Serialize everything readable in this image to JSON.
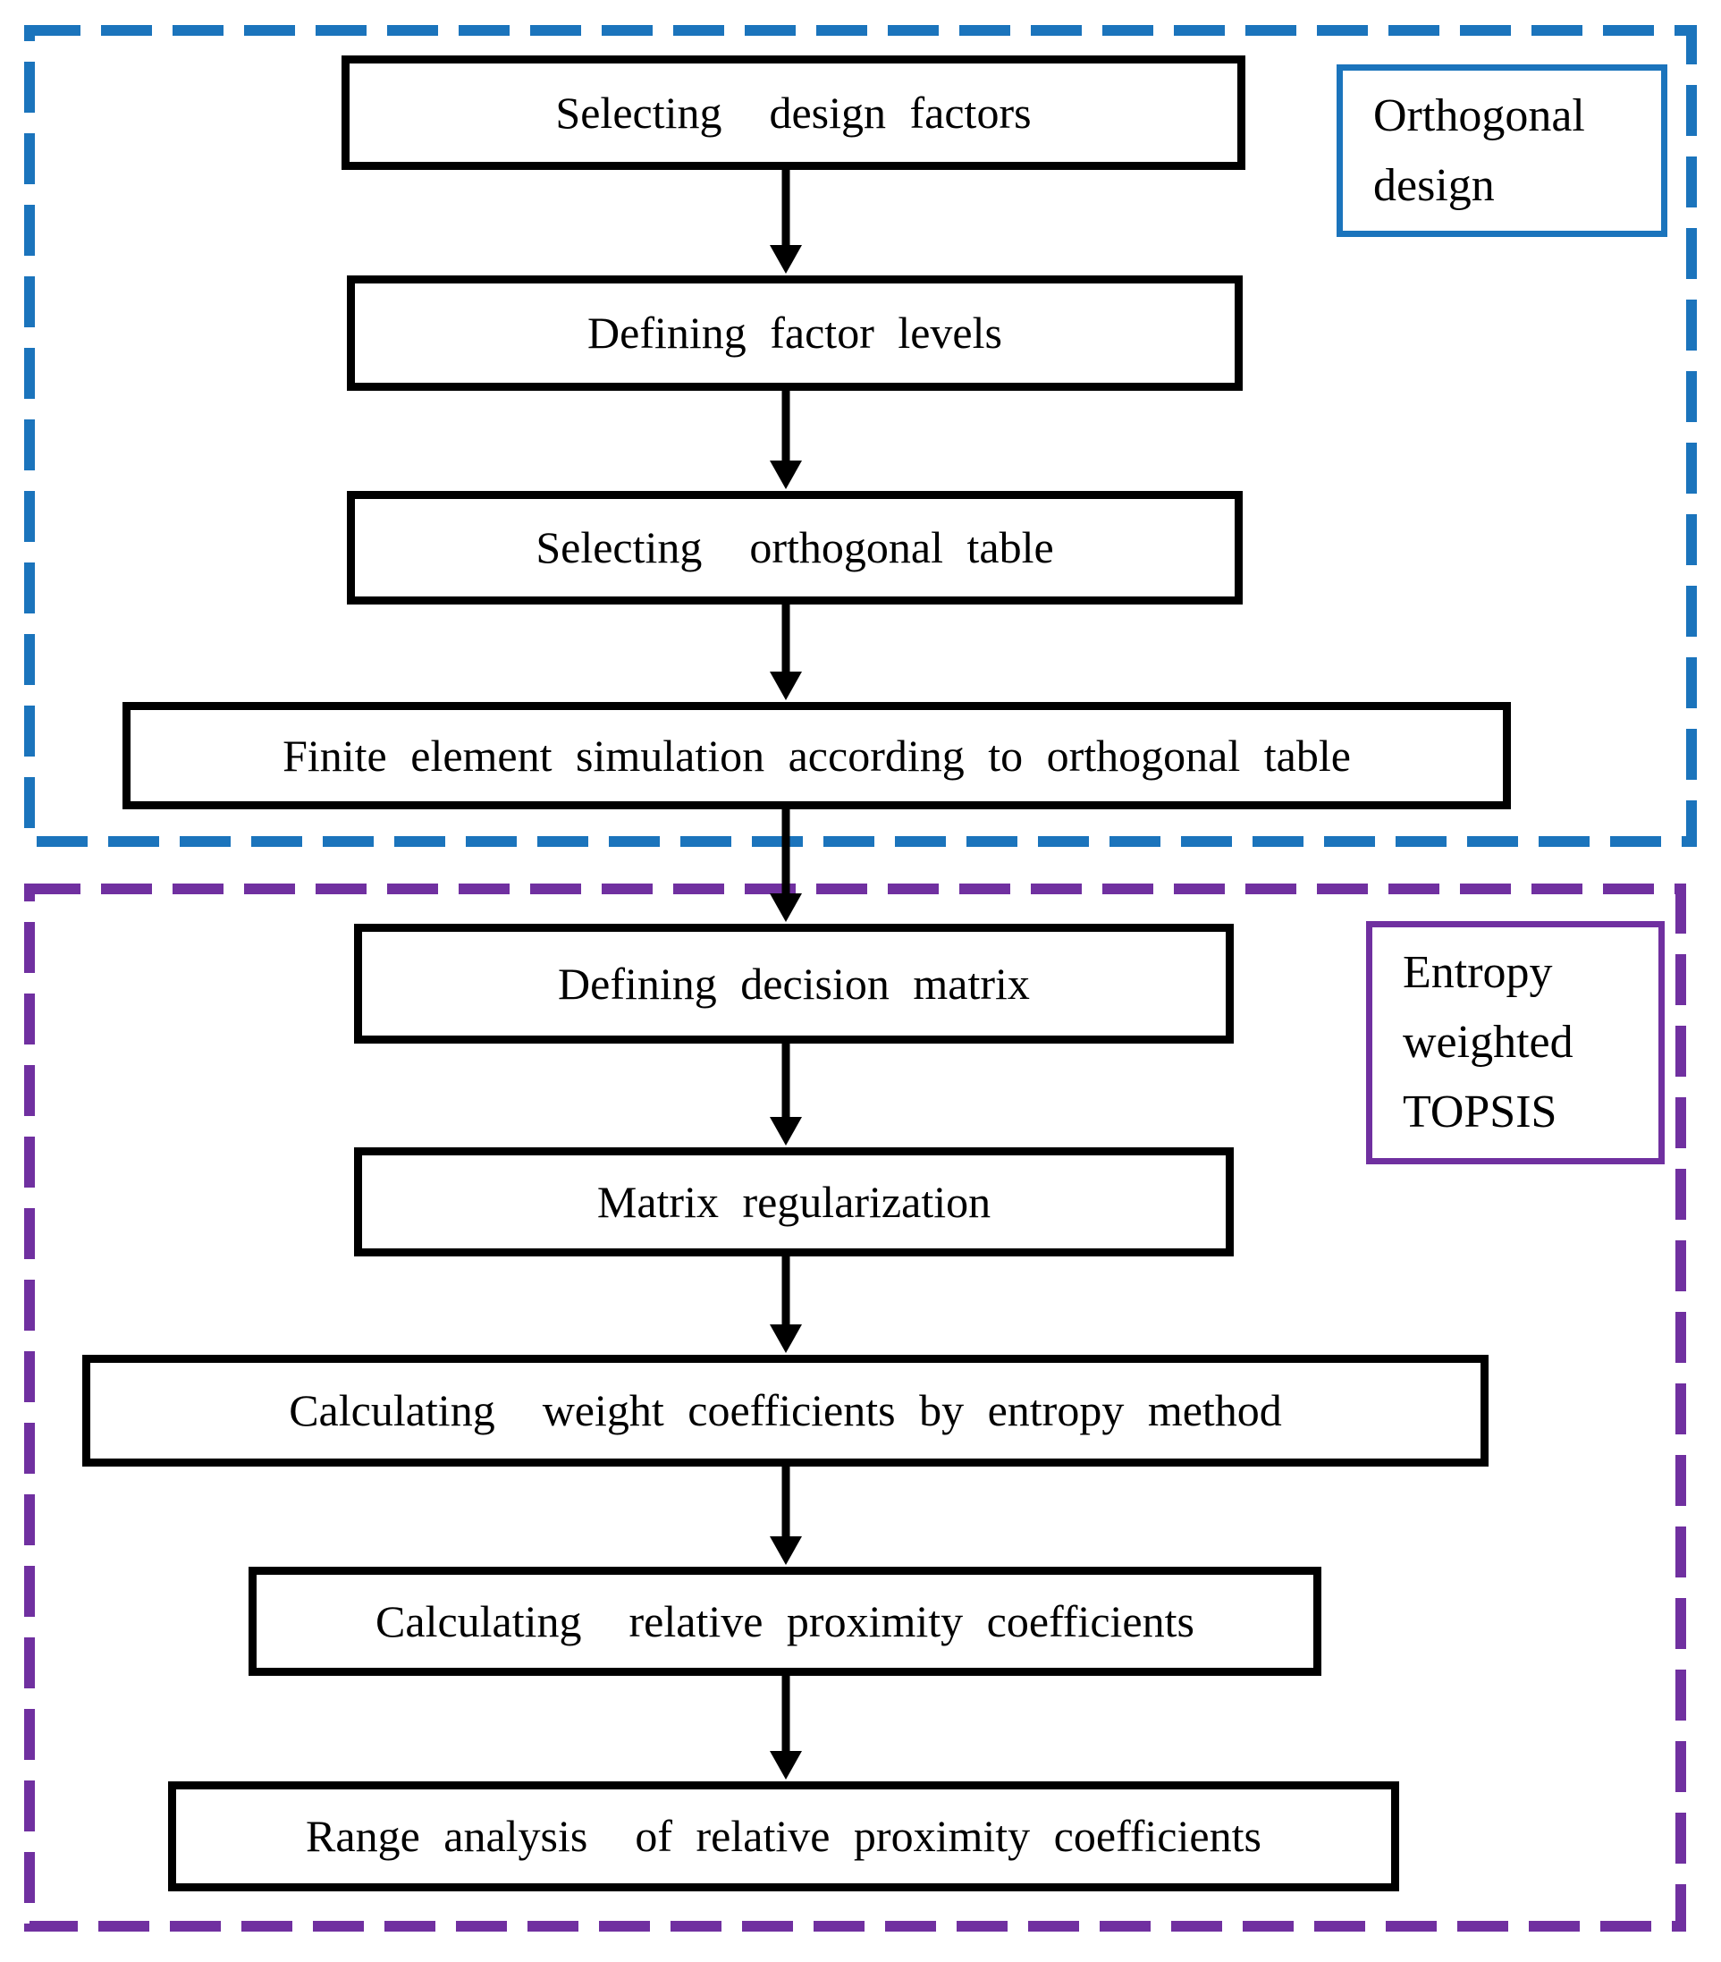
{
  "figure": {
    "description": "Flowchart of orthogonal design combined with entropy weighted TOPSIS"
  },
  "colors": {
    "blue": "#1B74BC",
    "purple": "#7030A0",
    "ink": "#000000",
    "background": "#FFFFFF"
  },
  "groups": [
    {
      "id": "orthogonal-design",
      "label": "Orthogonal design"
    },
    {
      "id": "entropy-weighted-topsis",
      "label": "Entropy weighted TOPSIS"
    }
  ],
  "boxes": [
    {
      "id": "box-1",
      "label": "Selecting  design factors"
    },
    {
      "id": "box-2",
      "label": "Defining factor levels"
    },
    {
      "id": "box-3",
      "label": "Selecting  orthogonal table"
    },
    {
      "id": "box-4",
      "label": "Finite element simulation according to orthogonal table"
    },
    {
      "id": "box-5",
      "label": "Defining decision matrix"
    },
    {
      "id": "box-6",
      "label": "Matrix regularization"
    },
    {
      "id": "box-7",
      "label": "Calculating  weight coefficients by entropy method"
    },
    {
      "id": "box-8",
      "label": "Calculating  relative proximity coefficients"
    },
    {
      "id": "box-9",
      "label": "Range analysis  of relative proximity coefficients"
    }
  ],
  "edges": [
    {
      "from": "box-1",
      "to": "box-2"
    },
    {
      "from": "box-2",
      "to": "box-3"
    },
    {
      "from": "box-3",
      "to": "box-4"
    },
    {
      "from": "box-4",
      "to": "box-5"
    },
    {
      "from": "box-5",
      "to": "box-6"
    },
    {
      "from": "box-6",
      "to": "box-7"
    },
    {
      "from": "box-7",
      "to": "box-8"
    },
    {
      "from": "box-8",
      "to": "box-9"
    }
  ]
}
